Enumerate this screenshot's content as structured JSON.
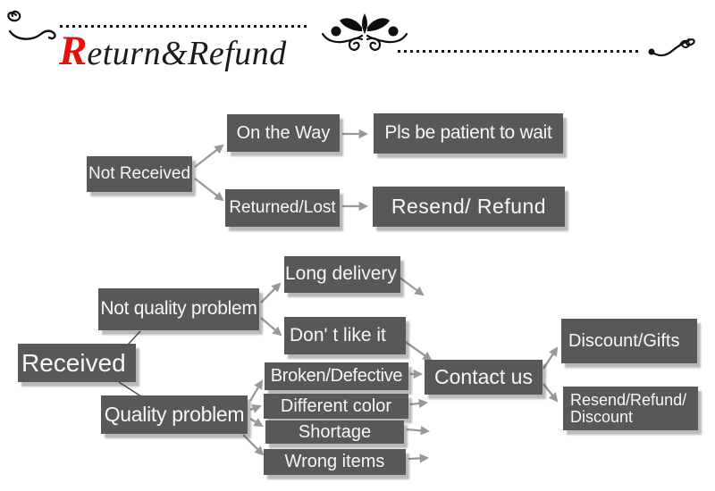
{
  "header": {
    "title_initial": "R",
    "title_rest": "eturn&Refund"
  },
  "colors": {
    "accent_red": "#e8100c",
    "node_background": "#58585a",
    "node_text": "#f7f7f7",
    "arrow_gray": "#989898",
    "connector_dark": "#4f4f4f",
    "ornament_black": "#111111"
  },
  "flow_not_received": {
    "root": "Not Received",
    "on_the_way": "On the Way",
    "pls_wait": "Pls be patient to wait",
    "returned_lost": "Returned/Lost",
    "resend_refund": "Resend/ Refund"
  },
  "flow_received": {
    "root": "Received",
    "not_quality_problem": "Not quality problem",
    "quality_problem": "Quality problem",
    "long_delivery": "Long delivery",
    "dont_like_it": "Don' t like it",
    "broken_defective": "Broken/Defective",
    "different_color": "Different color",
    "shortage": "Shortage",
    "wrong_items": "Wrong items",
    "contact_us": "Contact us",
    "discount_gifts": "Discount/Gifts",
    "resend_refund_discount_line1": "Resend/Refund/",
    "resend_refund_discount_line2": "Discount"
  }
}
